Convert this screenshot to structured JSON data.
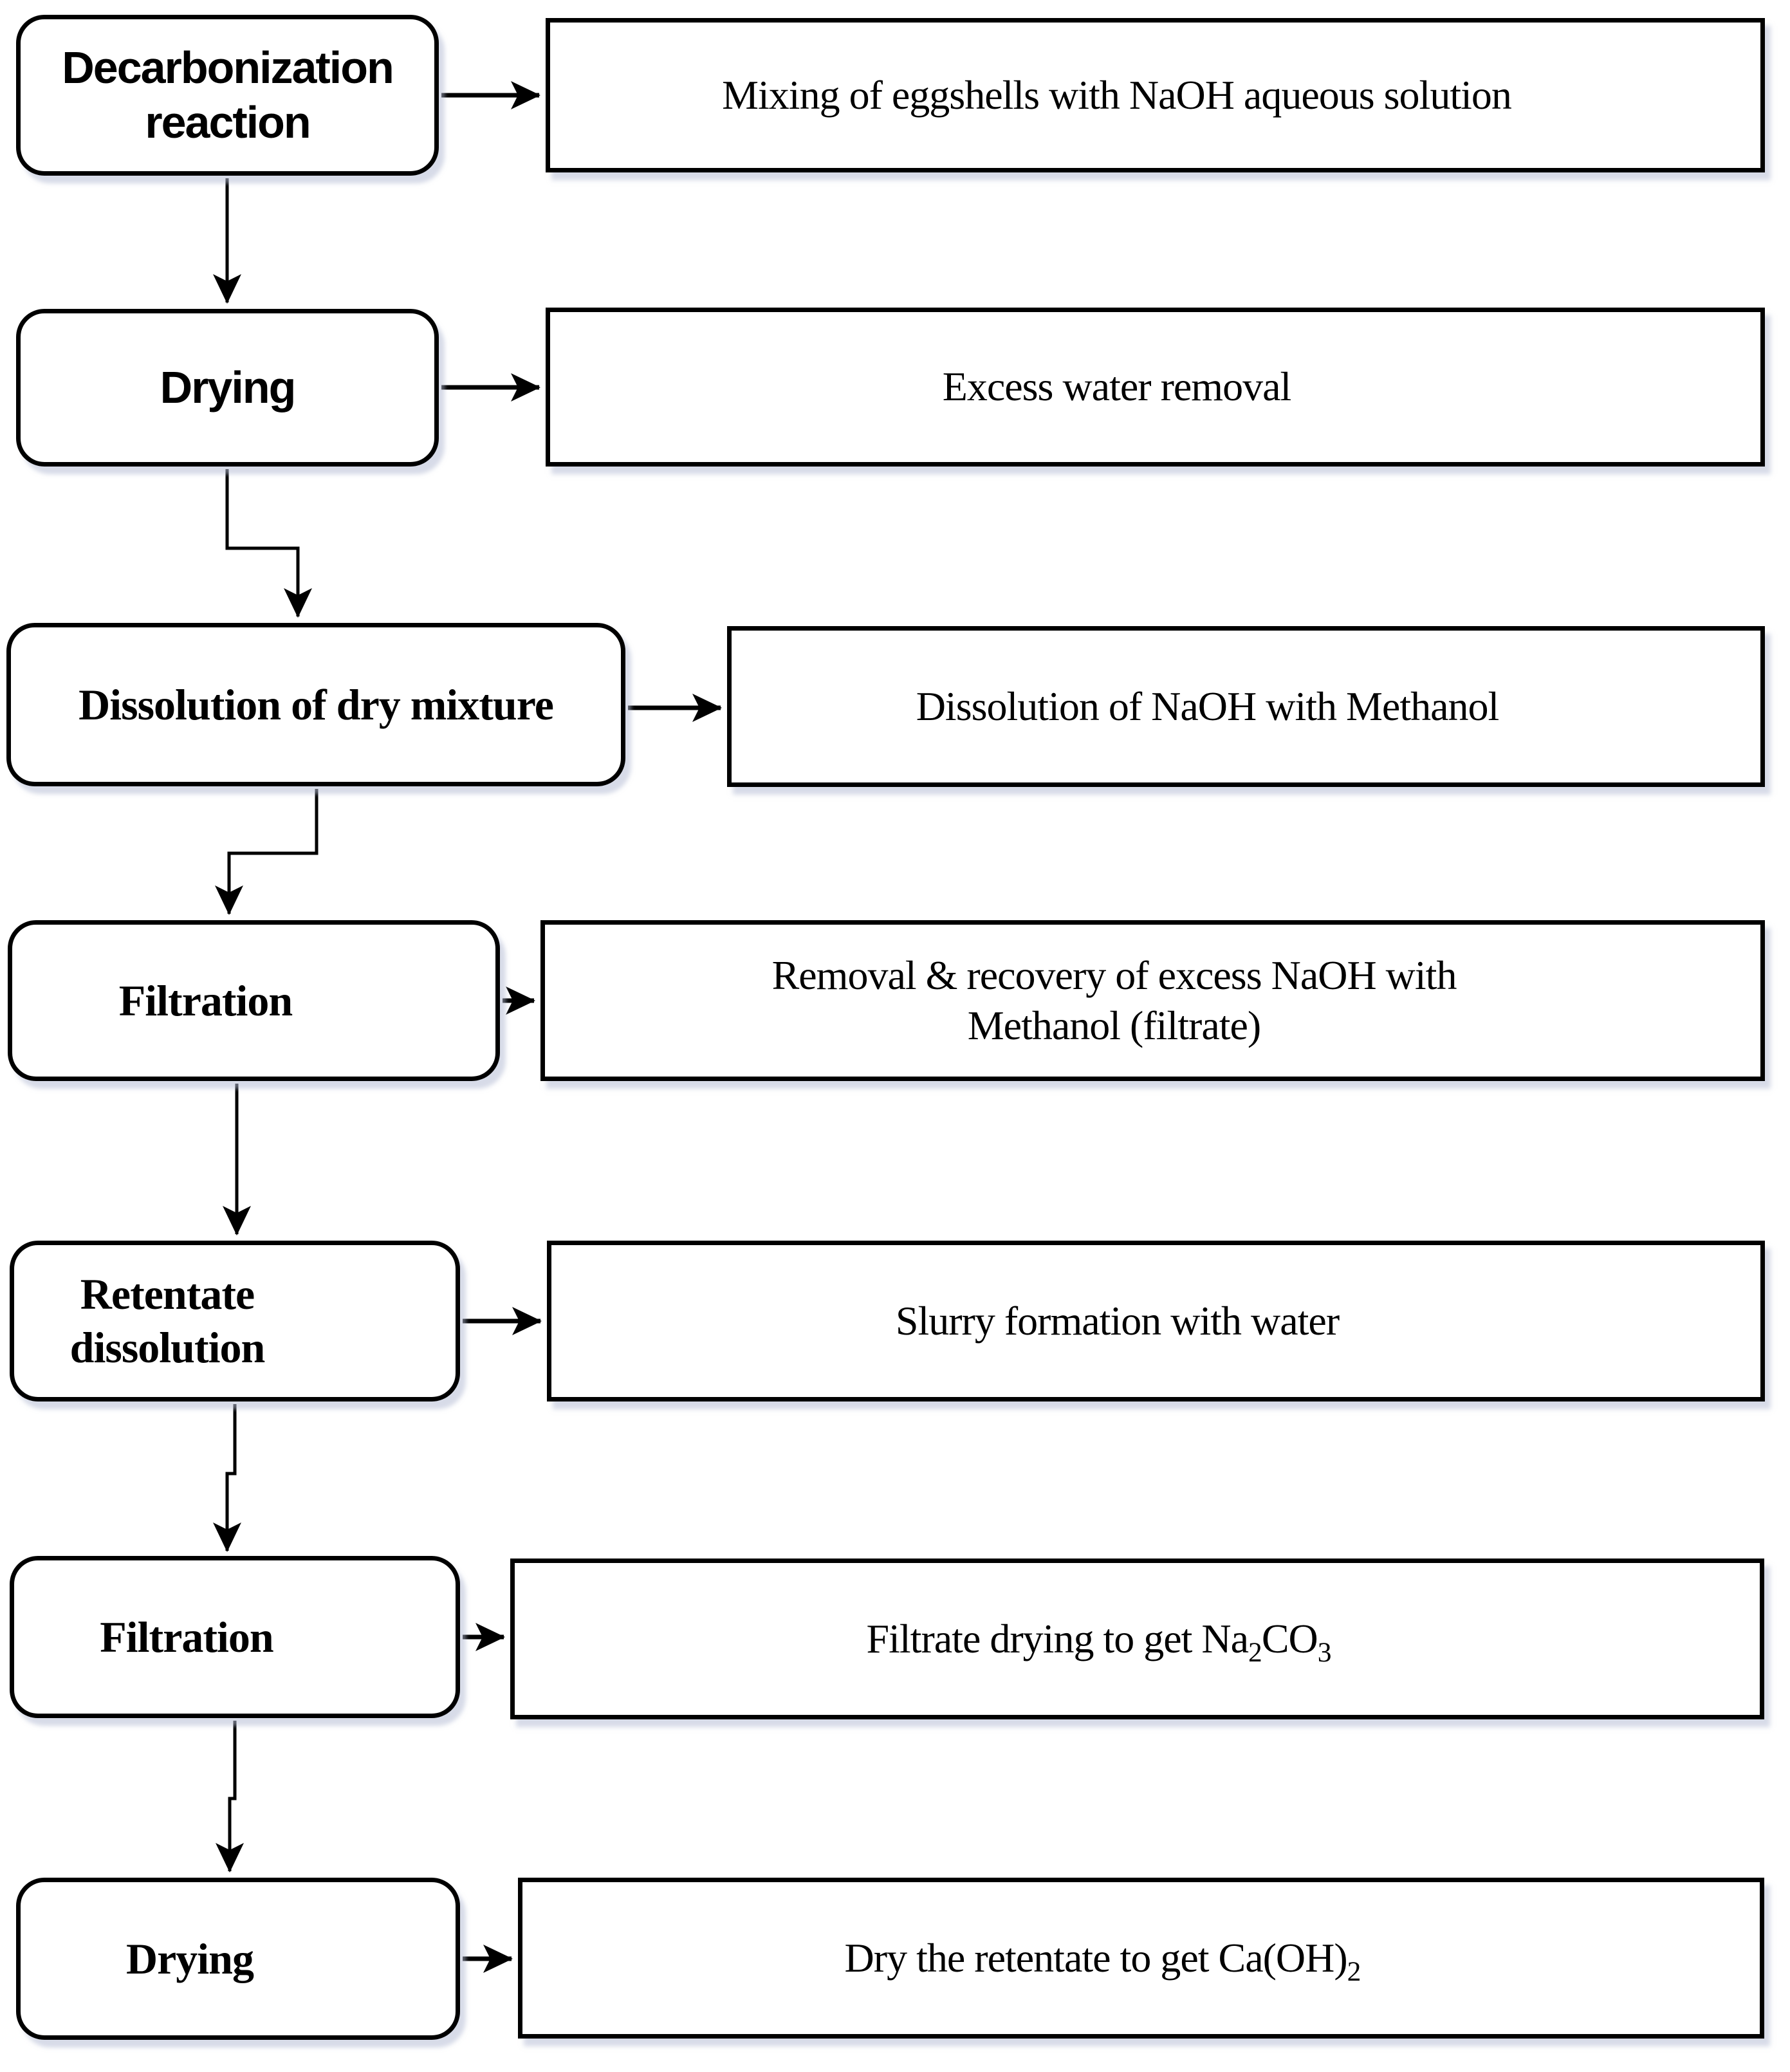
{
  "diagram": {
    "title": "Eggshell decarbonization process flowchart",
    "background_color": "#ffffff",
    "box_fill": "#ffffff",
    "border_color": "#000000",
    "shadow_color": "#b7bdd6",
    "arrow_color": "#000000"
  },
  "rows": [
    {
      "step": "Decarbonization\nreaction",
      "description": "Mixing of eggshells with NaOH aqueous solution"
    },
    {
      "step": "Drying",
      "description": "Excess water removal"
    },
    {
      "step": "Dissolution of dry mixture",
      "description": "Dissolution of NaOH with Methanol"
    },
    {
      "step": "Filtration",
      "description": "Removal & recovery of excess NaOH with\nMethanol (filtrate)"
    },
    {
      "step": "Retentate\ndissolution",
      "description": "Slurry formation with water"
    },
    {
      "step": "Filtration",
      "description_parts": {
        "pre": "Filtrate drying to get Na",
        "sub1": "2",
        "mid": "CO",
        "sub2": "3"
      }
    },
    {
      "step": "Drying",
      "description_parts": {
        "pre": "Dry the retentate to get Ca(OH)",
        "sub1": "2"
      }
    }
  ]
}
